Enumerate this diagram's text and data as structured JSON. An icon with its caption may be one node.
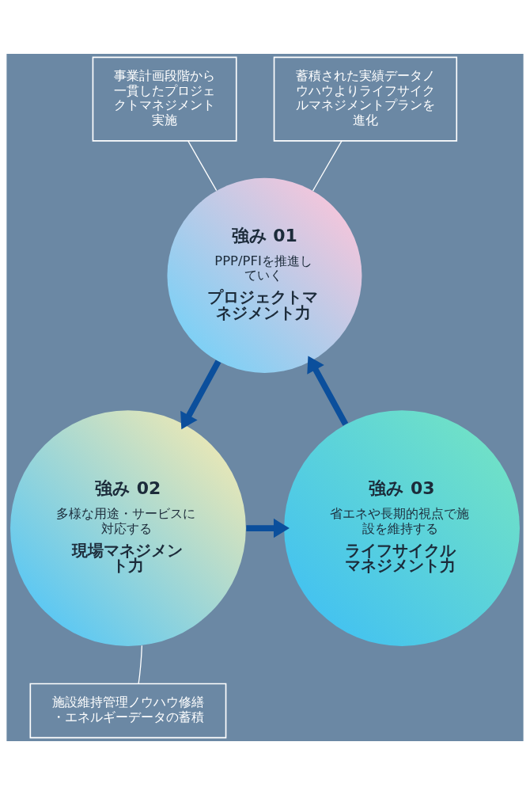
{
  "diagram": {
    "nodes": [
      {
        "text": [
          "事業計画段階から一貫したプロジェクトマネジメント実施"
        ]
      },
      {
        "text": [
          "蓄積された実績データノウハウよりライフサイクルマネジメントプランを進化"
        ]
      },
      {
        "text": [
          "強み 01",
          "PPP/PFIを推進していく",
          "プロジェクトマネジメント力"
        ]
      },
      {
        "text": [
          "強み 02",
          "多様な用途・サービスに対応する",
          "現場マネジメント力"
        ]
      },
      {
        "text": [
          "強み 03",
          "省エネや長期的視点で施設を維持する",
          "ライフサイクルマネジメント力"
        ]
      },
      {
        "text": [
          "施設維持管理ノウハウ修繕・エネルギーデータの蓄積"
        ]
      }
    ],
    "edges": [
      {
        "from": 0,
        "to": 2,
        "arrow": "none"
      },
      {
        "from": 1,
        "to": 2,
        "arrow": "none"
      },
      {
        "from": 2,
        "to": 3,
        "arrow": "to",
        "style": "thick",
        "color": "#0b4f9c"
      },
      {
        "from": 3,
        "to": 4,
        "arrow": "to",
        "style": "thick",
        "color": "#0b4f9c"
      },
      {
        "from": 4,
        "to": 2,
        "arrow": "to",
        "style": "thick",
        "color": "#0b4f9c"
      },
      {
        "from": 5,
        "to": 3,
        "arrow": "none"
      }
    ]
  }
}
